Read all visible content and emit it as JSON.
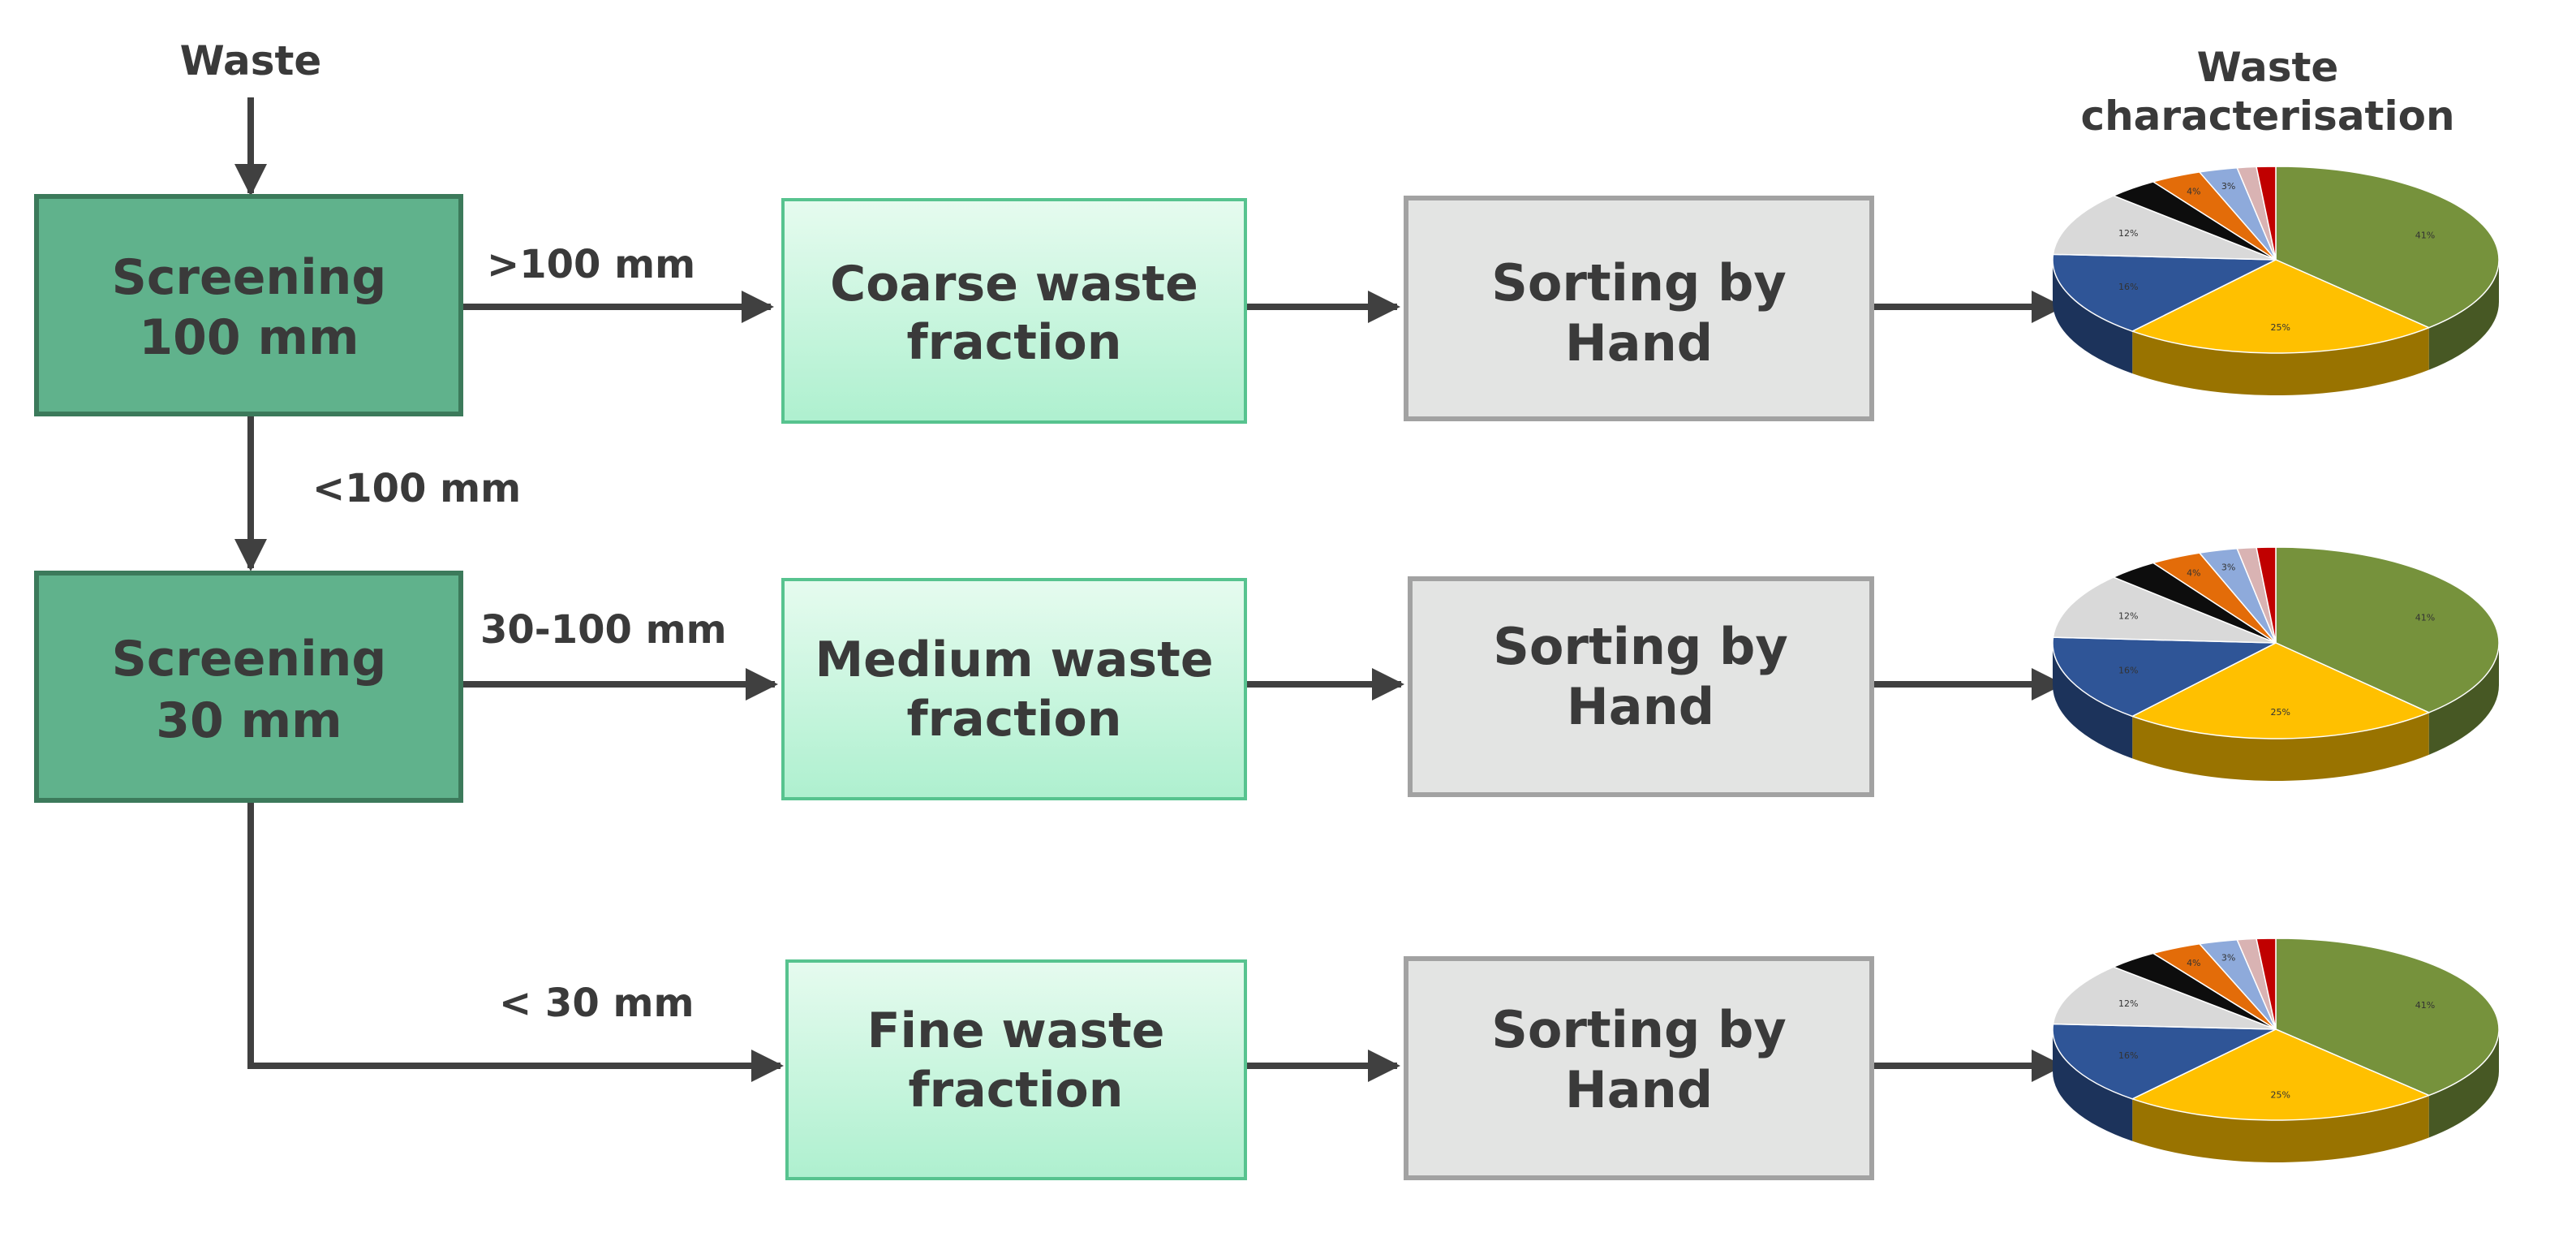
{
  "input_label": "Waste",
  "output_header": [
    "Waste",
    "characterisation"
  ],
  "screens": [
    {
      "line1": "Screening",
      "line2": "100 mm"
    },
    {
      "line1": "Screening",
      "line2": "30 mm"
    }
  ],
  "size_labels": {
    "over_100": ">100 mm",
    "under_100": "<100 mm",
    "mid": "30-100 mm",
    "under_30": "< 30 mm"
  },
  "fractions": [
    {
      "line1": "Coarse waste",
      "line2": "fraction"
    },
    {
      "line1": "Medium waste",
      "line2": "fraction"
    },
    {
      "line1": "Fine waste",
      "line2": "fraction"
    }
  ],
  "sorting": {
    "line1": "Sorting by",
    "line2": "Hand"
  },
  "pie": {
    "slices": [
      {
        "label": "41%",
        "color": "#76923c"
      },
      {
        "label": "25%",
        "color": "#ffc000"
      },
      {
        "label": "16%",
        "color": "#2f5597"
      },
      {
        "label": "12%",
        "color": "#d9d9d9"
      },
      {
        "label": "",
        "color": "#0d0d0d"
      },
      {
        "label": "4%",
        "color": "#e36c09"
      },
      {
        "label": "3%",
        "color": "#8eaadb"
      },
      {
        "label": "",
        "color": "#d9b3b3"
      },
      {
        "label": "",
        "color": "#c00000"
      }
    ],
    "values": [
      41,
      25,
      16,
      12,
      4,
      4,
      3,
      1.5,
      1.5
    ]
  },
  "colors": {
    "screen_fill": "#60b28c",
    "screen_border": "#3c7a5b",
    "fraction_fill_top": "#e6fbef",
    "fraction_fill_bottom": "#aef0cf",
    "fraction_border": "#57c38f",
    "sorting_fill": "#e3e4e3",
    "sorting_border": "#a2a2a2",
    "arrow": "#404040",
    "text": "#3a3a3a"
  }
}
